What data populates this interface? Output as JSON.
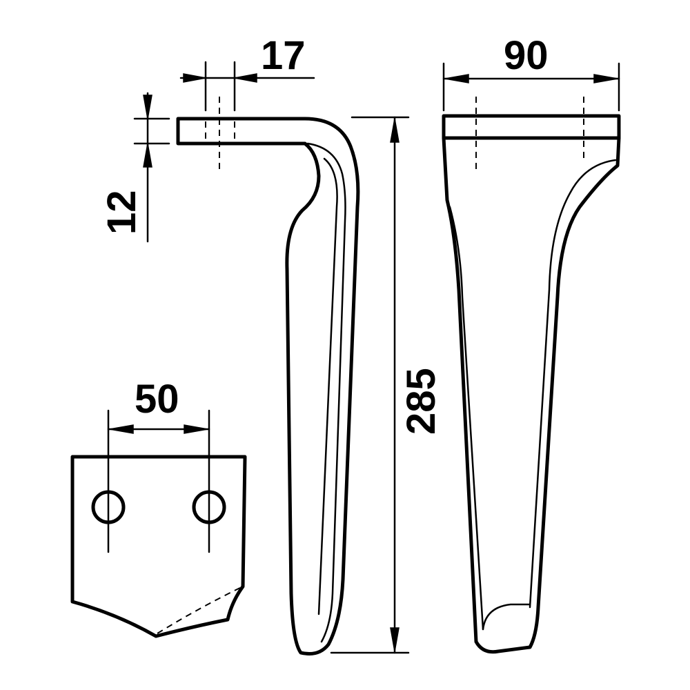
{
  "dimensions": {
    "bolt_hole_spacing": "50",
    "tine_width": "90",
    "tine_height": "285",
    "flange_hole_offset": "17",
    "flange_thickness": "12"
  },
  "colors": {
    "ink": "#000000",
    "background": "#ffffff"
  }
}
